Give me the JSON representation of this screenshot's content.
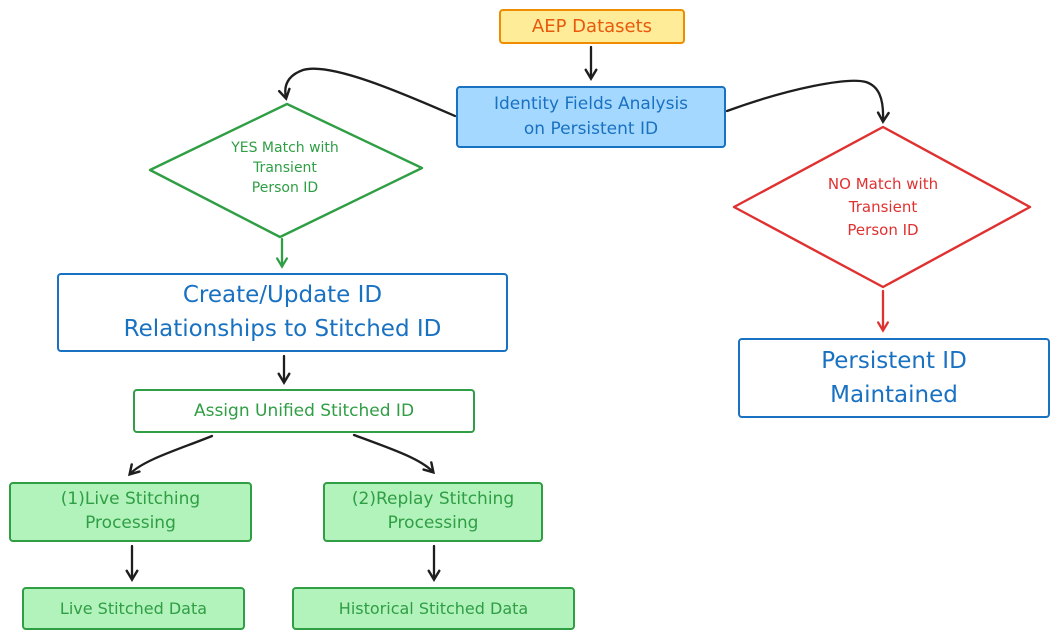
{
  "title": "AEP identity stitching flowchart",
  "colors": {
    "ink_black": "#1e1e1e",
    "orange_stroke": "#f08c00",
    "orange_fill": "#ffec99",
    "orange_text": "#e8590c",
    "blue_stroke": "#1971c2",
    "blue_fill": "#a5d8ff",
    "green_stroke": "#2f9e44",
    "green_fill": "#b2f2bb",
    "red_stroke": "#e03131",
    "background": "#ffffff"
  },
  "nodes": {
    "aep": {
      "label": "AEP Datasets"
    },
    "identity": {
      "label": "Identity Fields Analysis\non Persistent ID"
    },
    "yes_diamond": {
      "label": "YES Match with\nTransient\nPerson ID"
    },
    "no_diamond": {
      "label": "NO Match with\nTransient\nPerson ID"
    },
    "create_update": {
      "label": "Create/Update ID\nRelationships to Stitched ID"
    },
    "assign": {
      "label": "Assign Unified Stitched ID"
    },
    "live_processing": {
      "label": "(1)Live Stitching\nProcessing"
    },
    "replay_processing": {
      "label": "(2)Replay Stitching\nProcessing"
    },
    "live_data": {
      "label": "Live Stitched Data"
    },
    "historical_data": {
      "label": "Historical Stitched Data"
    },
    "persistent": {
      "label": "Persistent ID\nMaintained"
    }
  },
  "edges": [
    {
      "from": "AEP Datasets",
      "to": "Identity Fields Analysis on Persistent ID",
      "color": "#1e1e1e"
    },
    {
      "from": "Identity Fields Analysis on Persistent ID",
      "to": "YES Match with Transient Person ID",
      "color": "#1e1e1e"
    },
    {
      "from": "Identity Fields Analysis on Persistent ID",
      "to": "NO Match with Transient Person ID",
      "color": "#1e1e1e"
    },
    {
      "from": "YES Match with Transient Person ID",
      "to": "Create/Update ID Relationships to Stitched ID",
      "color": "#2f9e44"
    },
    {
      "from": "Create/Update ID Relationships to Stitched ID",
      "to": "Assign Unified Stitched ID",
      "color": "#1e1e1e"
    },
    {
      "from": "Assign Unified Stitched ID",
      "to": "(1)Live Stitching Processing",
      "color": "#1e1e1e"
    },
    {
      "from": "Assign Unified Stitched ID",
      "to": "(2)Replay Stitching Processing",
      "color": "#1e1e1e"
    },
    {
      "from": "(1)Live Stitching Processing",
      "to": "Live Stitched Data",
      "color": "#1e1e1e"
    },
    {
      "from": "(2)Replay Stitching Processing",
      "to": "Historical Stitched Data",
      "color": "#1e1e1e"
    },
    {
      "from": "NO Match with Transient Person ID",
      "to": "Persistent ID Maintained",
      "color": "#e03131"
    }
  ]
}
